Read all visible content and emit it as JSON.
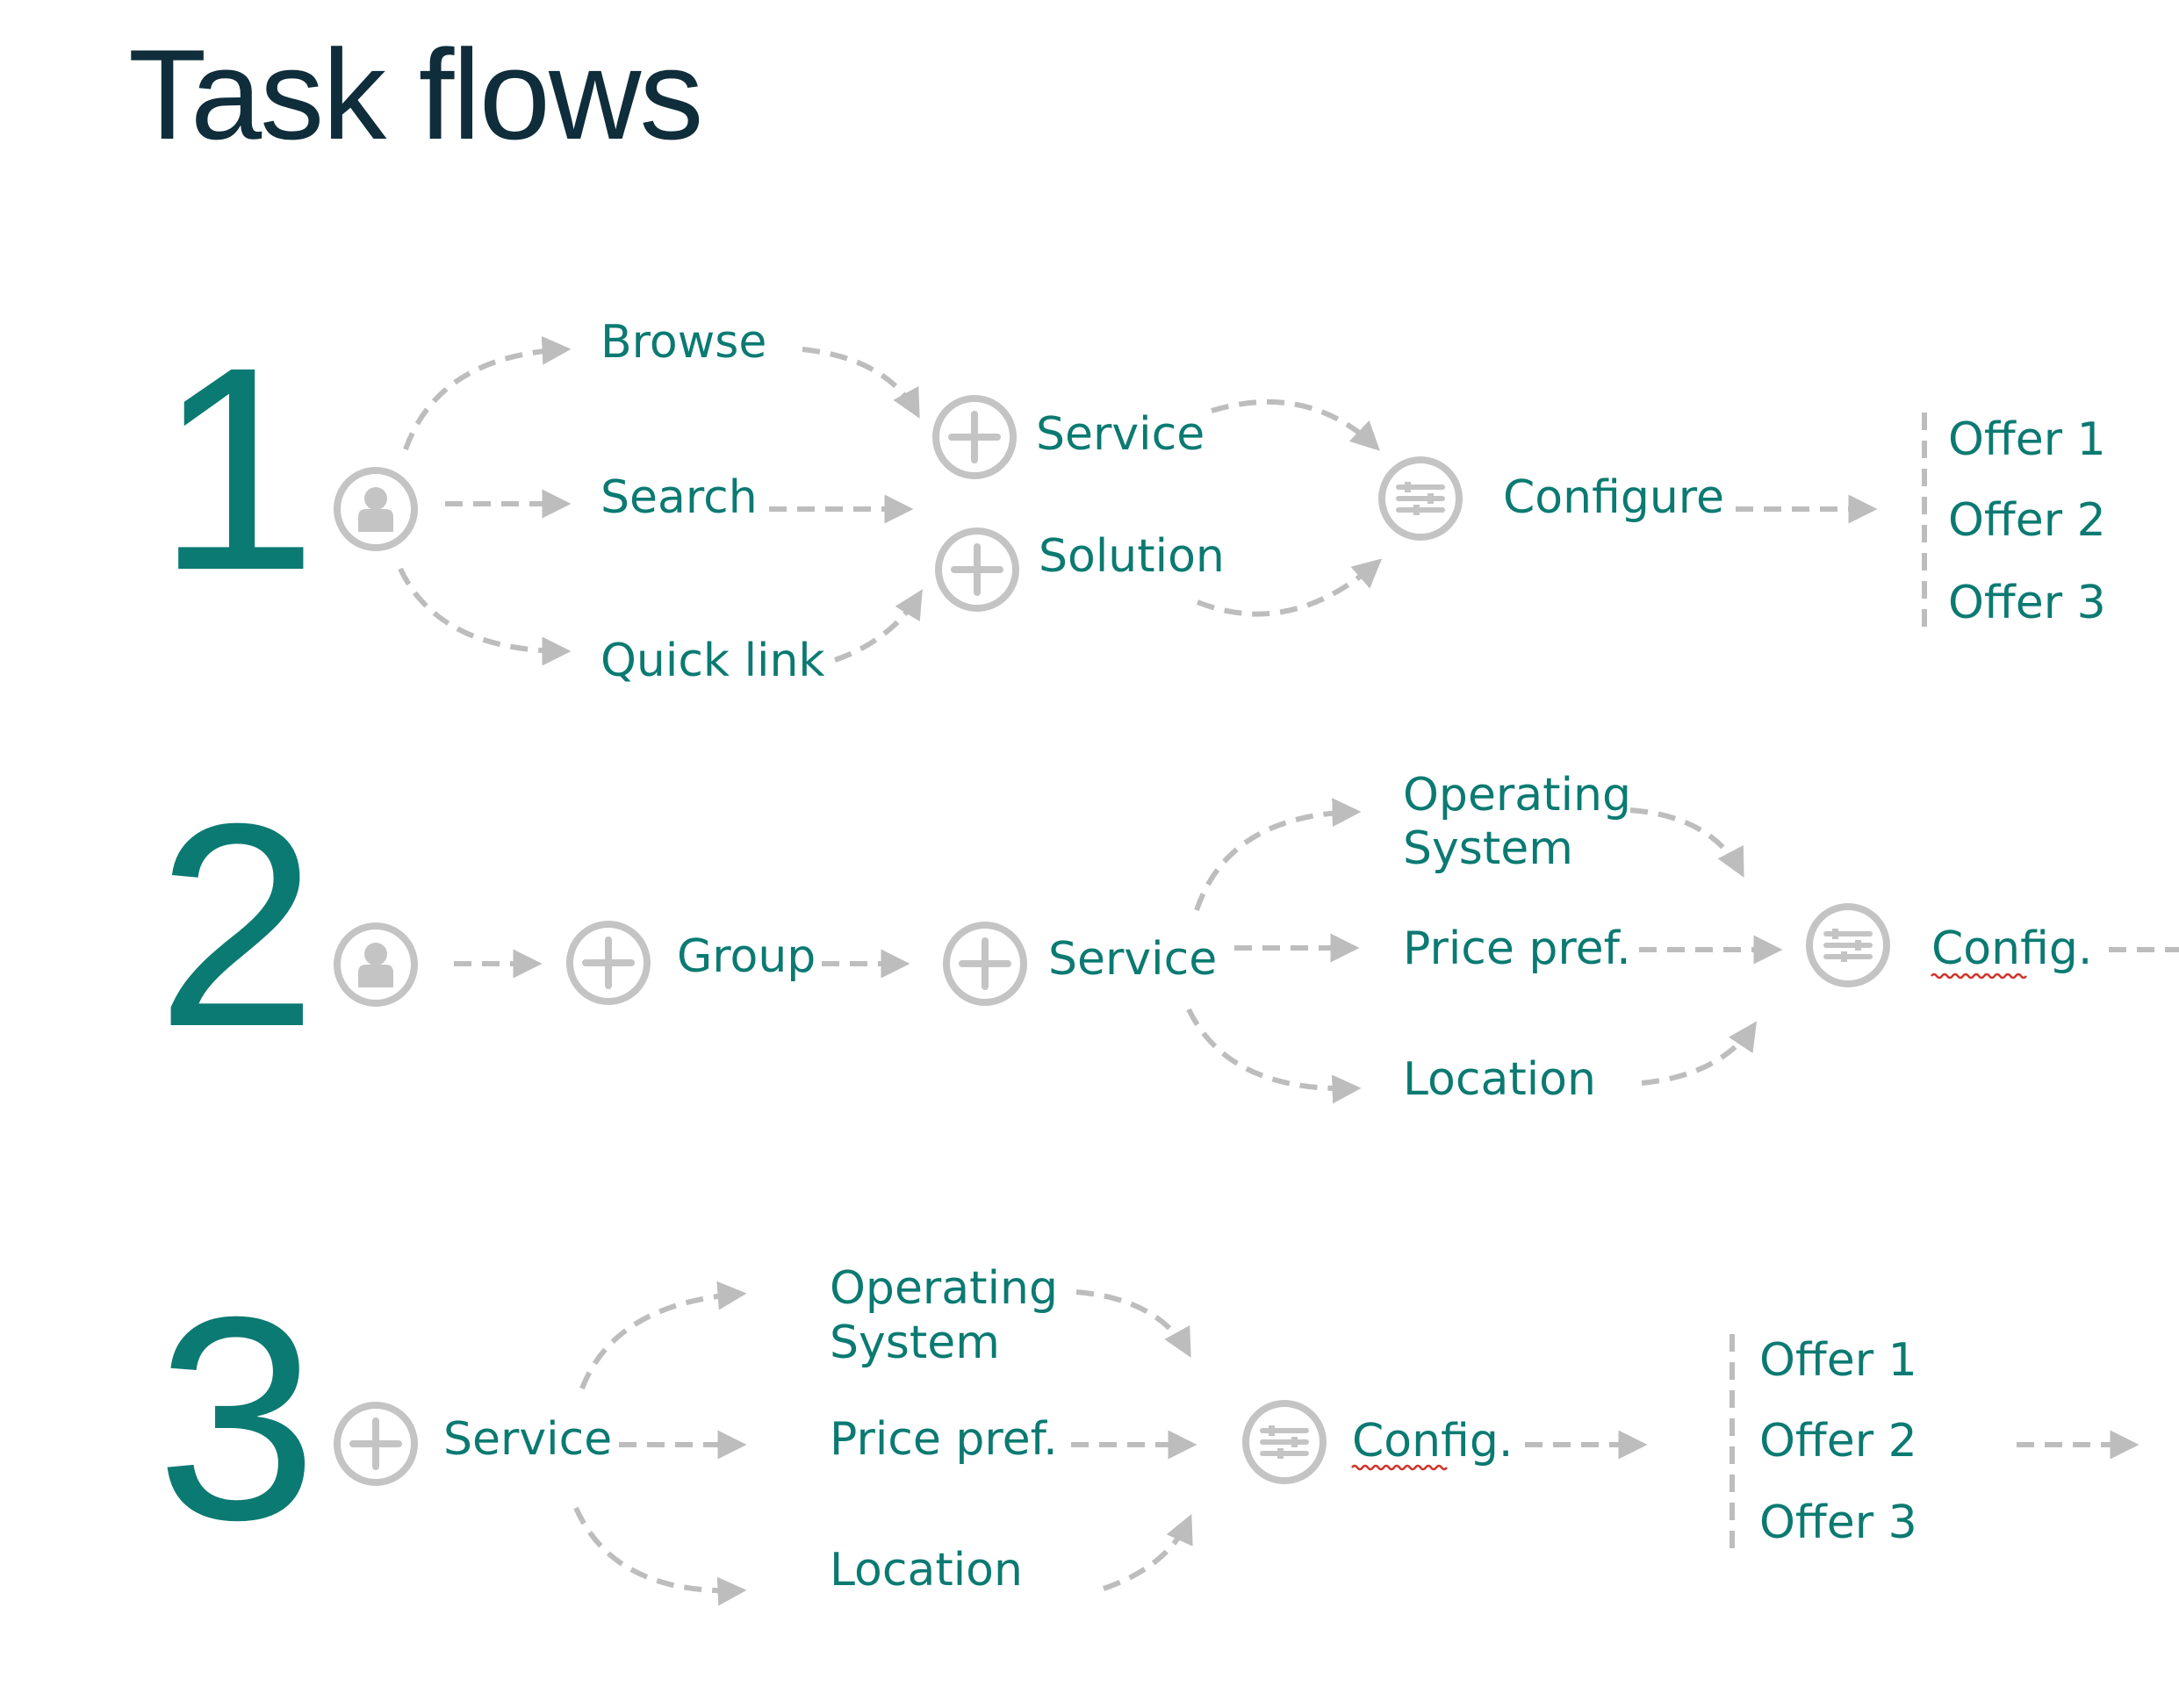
{
  "page": {
    "title": "Task flows"
  },
  "flows": [
    {
      "number": "1",
      "labels": {
        "browse": "Browse",
        "search": "Search",
        "quick_link": "Quick link",
        "service": "Service",
        "solution": "Solution",
        "configure": "Configure",
        "offer_1": "Offer 1",
        "offer_2": "Offer 2",
        "offer_3": "Offer 3"
      }
    },
    {
      "number": "2",
      "labels": {
        "group": "Group",
        "service": "Service",
        "os_line1": "Operating",
        "os_line2": "System",
        "price_pref": "Price pref.",
        "location": "Location",
        "config": "Config."
      }
    },
    {
      "number": "3",
      "labels": {
        "service": "Service",
        "os_line1": "Operating",
        "os_line2": "System",
        "price_pref": "Price pref.",
        "location": "Location",
        "config": "Config.",
        "offer_1": "Offer 1",
        "offer_2": "Offer 2",
        "offer_3": "Offer 3"
      }
    }
  ],
  "colors": {
    "accent_teal": "#0b7a72",
    "title_navy": "#0f2d3a",
    "connector_gray": "#bdbdbd",
    "icon_gray": "#c4c4c4",
    "spellcheck_red": "#d0342c"
  },
  "icons": {
    "start": "user-icon",
    "step": "plus-circle-icon",
    "configure": "sliders-icon"
  }
}
